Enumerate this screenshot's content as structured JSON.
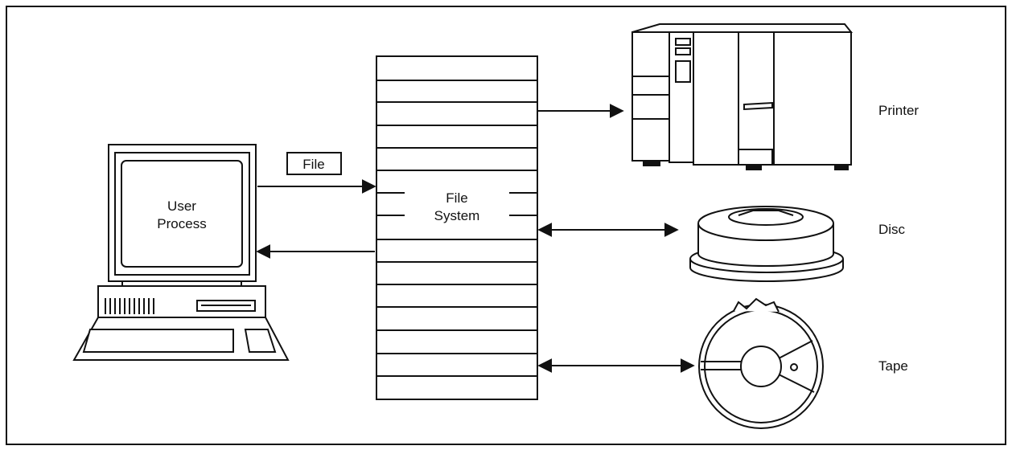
{
  "user_process": {
    "line1": "User",
    "line2": "Process"
  },
  "file_tag": "File",
  "file_system": {
    "line1": "File",
    "line2": "System"
  },
  "devices": {
    "printer": "Printer",
    "disc": "Disc",
    "tape": "Tape"
  },
  "colors": {
    "ink": "#111111",
    "paper": "#ffffff"
  }
}
